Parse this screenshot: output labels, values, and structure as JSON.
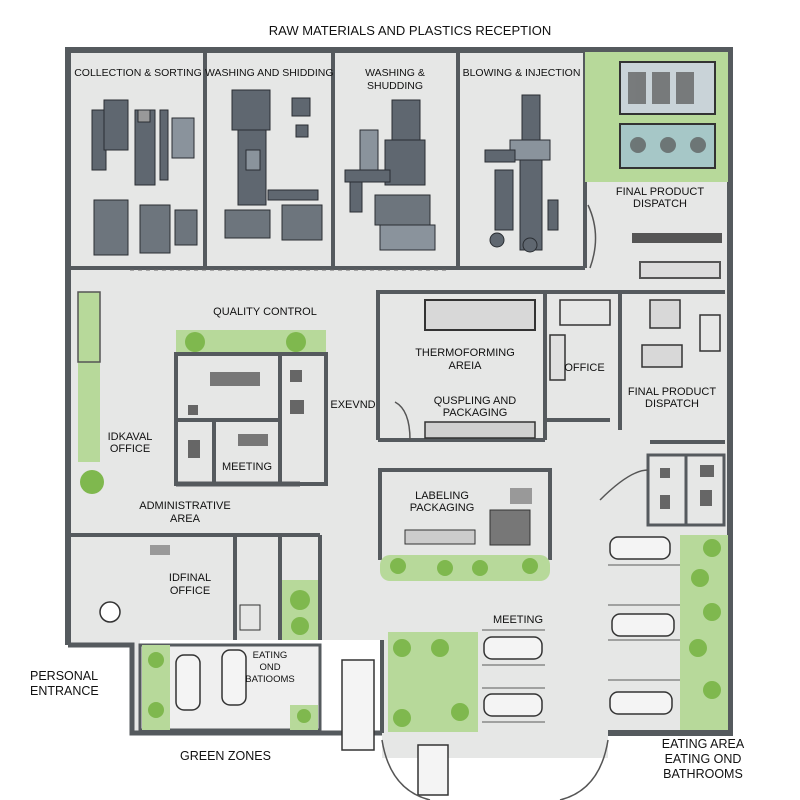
{
  "title": "RAW MATERIALS AND PLASTICS RECEPTION",
  "colors": {
    "floor": "#e6e7e6",
    "wall": "#555a5e",
    "green": "#b7d99a",
    "tree": "#7fb84e",
    "machine": "#5f6770",
    "car": "#f4f4f4"
  },
  "rooms": {
    "collection_sorting": "COLLECTION & SORTING",
    "washing_shidding": "WASHING AND SHIDDING",
    "washing_shudding": [
      "WASHING &",
      "SHUDDING"
    ],
    "blowing_injection": "BLOWING & INJECTION",
    "final_dispatch_top": [
      "FINAL PRODUCT",
      "DISPATCH"
    ],
    "quality_control": "QUALITY CONTROL",
    "thermoforming": [
      "THERMOFORMING",
      "AREIA"
    ],
    "office": "OFFICE",
    "final_dispatch_mid": [
      "FINAL PRODUCT",
      "DISPATCH"
    ],
    "exevnd": "EXEVND",
    "quspling": [
      "QUSPLING AND",
      "PACKAGING"
    ],
    "idaval_office": [
      "IDKAVAL",
      "OFFICE"
    ],
    "meeting_inner": "MEETING",
    "labeling": [
      "LABELING",
      "PACKAGING"
    ],
    "administrative": [
      "ADMINISTRATIVE",
      "AREA"
    ],
    "idfinal_office": [
      "IDFINAL",
      "OFFICE"
    ],
    "meeting_park": "MEETING",
    "eating_bathrooms_small": [
      "EATING",
      "OND",
      "BATIOOMS"
    ]
  },
  "outside": {
    "personal_entrance": [
      "PERSONAL",
      "ENTRANCE"
    ],
    "green_zones": "GREEN ZONES",
    "eating_area": [
      "EATING AREA",
      "EATING OND",
      "BATHROOMS"
    ]
  }
}
